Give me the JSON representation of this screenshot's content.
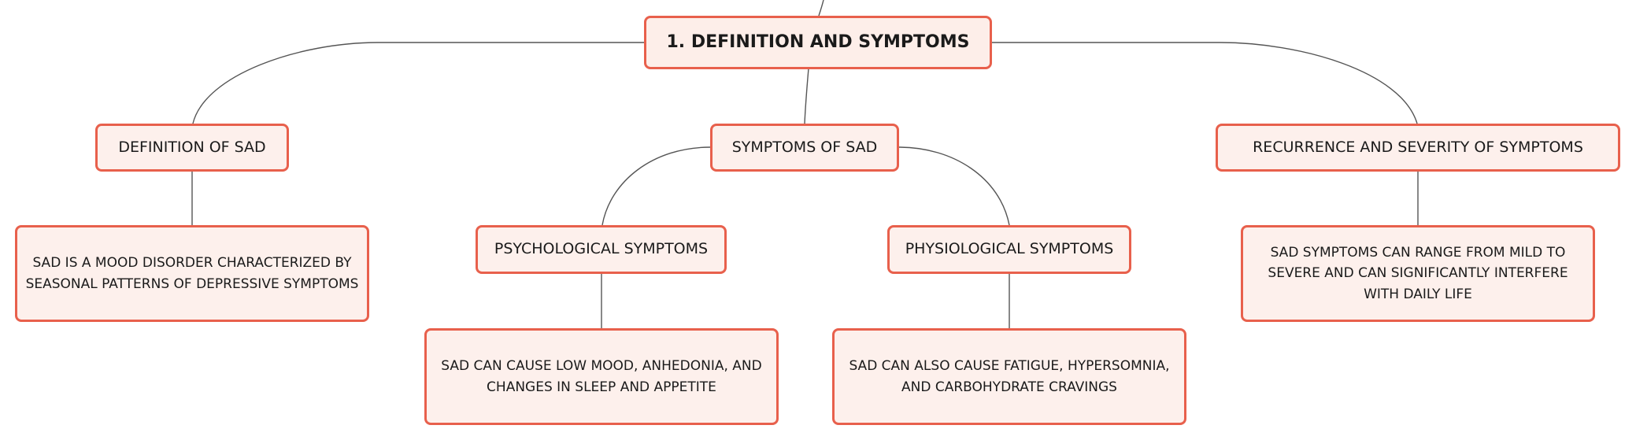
{
  "mindmap": {
    "root": {
      "label": "1. DEFINITION AND SYMPTOMS"
    },
    "definition": {
      "label": "DEFINITION OF SAD",
      "detail": "SAD IS A MOOD DISORDER CHARACTERIZED BY SEASONAL PATTERNS OF DEPRESSIVE SYMPTOMS"
    },
    "symptoms": {
      "label": "SYMPTOMS OF SAD",
      "psychological": {
        "label": "PSYCHOLOGICAL SYMPTOMS",
        "detail": "SAD CAN CAUSE LOW MOOD, ANHEDONIA, AND CHANGES IN SLEEP AND APPETITE"
      },
      "physiological": {
        "label": "PHYSIOLOGICAL SYMPTOMS",
        "detail": "SAD CAN ALSO CAUSE FATIGUE, HYPERSOMNIA, AND CARBOHYDRATE CRAVINGS"
      }
    },
    "recurrence": {
      "label": "RECURRENCE AND SEVERITY OF SYMPTOMS",
      "detail": "SAD SYMPTOMS CAN RANGE FROM MILD TO SEVERE AND CAN SIGNIFICANTLY INTERFERE WITH DAILY LIFE"
    }
  },
  "colors": {
    "node_border": "#e8604c",
    "node_fill": "#fdf0ec",
    "connector": "#555555"
  }
}
